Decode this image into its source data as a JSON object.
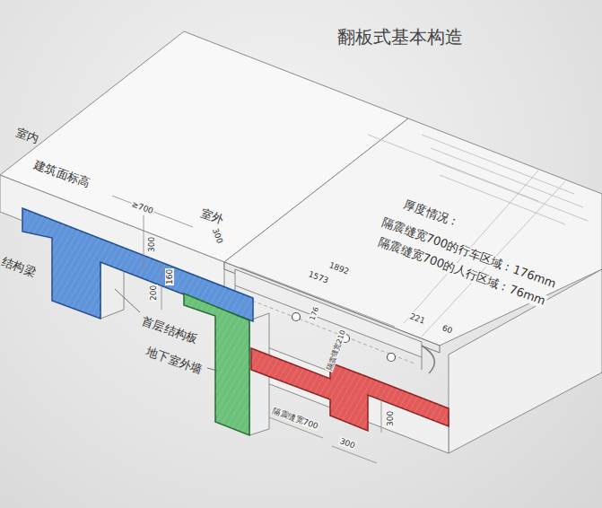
{
  "diagram": {
    "title": "翻板式基本构造",
    "labels": [
      "室内",
      "建筑面标高",
      "≥700",
      "室外",
      "300",
      "300",
      "200",
      "160",
      "结构梁",
      "首层结构板",
      "地下室外墙",
      "厚度情况：",
      "隔震缝宽700的行车区域：176mm",
      "隔震缝宽700的人行区域：76mm",
      "1573",
      "1892",
      "221",
      "60",
      "176",
      "隔震缝宽210",
      "隔震缝宽700",
      "300",
      "300"
    ]
  }
}
